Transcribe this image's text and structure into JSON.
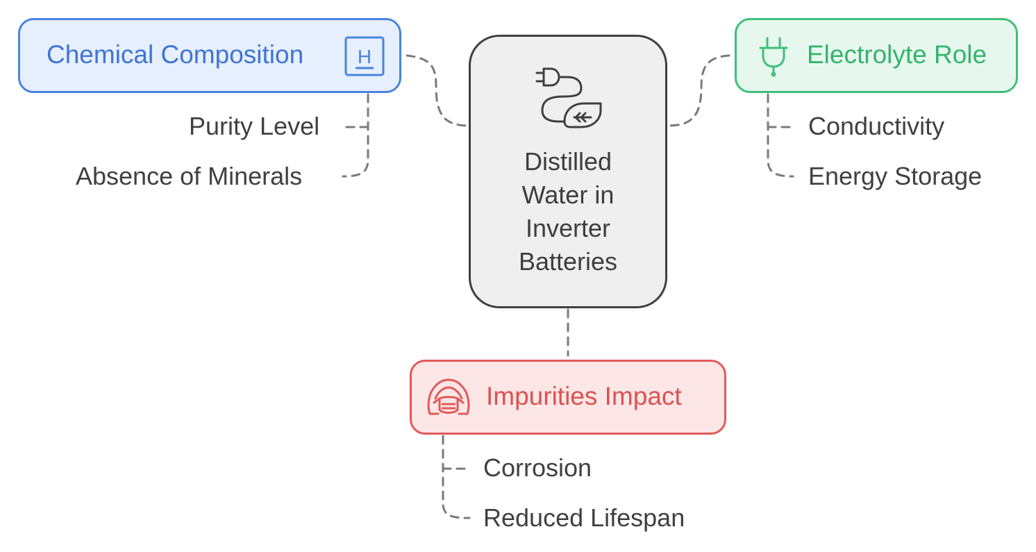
{
  "center": {
    "lines": [
      "Distilled",
      "Water in",
      "Inverter",
      "Batteries"
    ],
    "icon": "plug-leaf-icon"
  },
  "branches": {
    "chemical": {
      "title": "Chemical Composition",
      "icon": "hydrogen-element-icon",
      "icon_letter": "H",
      "color": "#4a82e0",
      "items": [
        "Purity Level",
        "Absence of Minerals"
      ]
    },
    "electrolyte": {
      "title": "Electrolyte Role",
      "icon": "plug-icon",
      "color": "#3fbf79",
      "items": [
        "Conductivity",
        "Energy Storage"
      ]
    },
    "impurities": {
      "title": "Impurities Impact",
      "icon": "face-mask-icon",
      "color": "#e05a5a",
      "items": [
        "Corrosion",
        "Reduced Lifespan"
      ]
    }
  }
}
